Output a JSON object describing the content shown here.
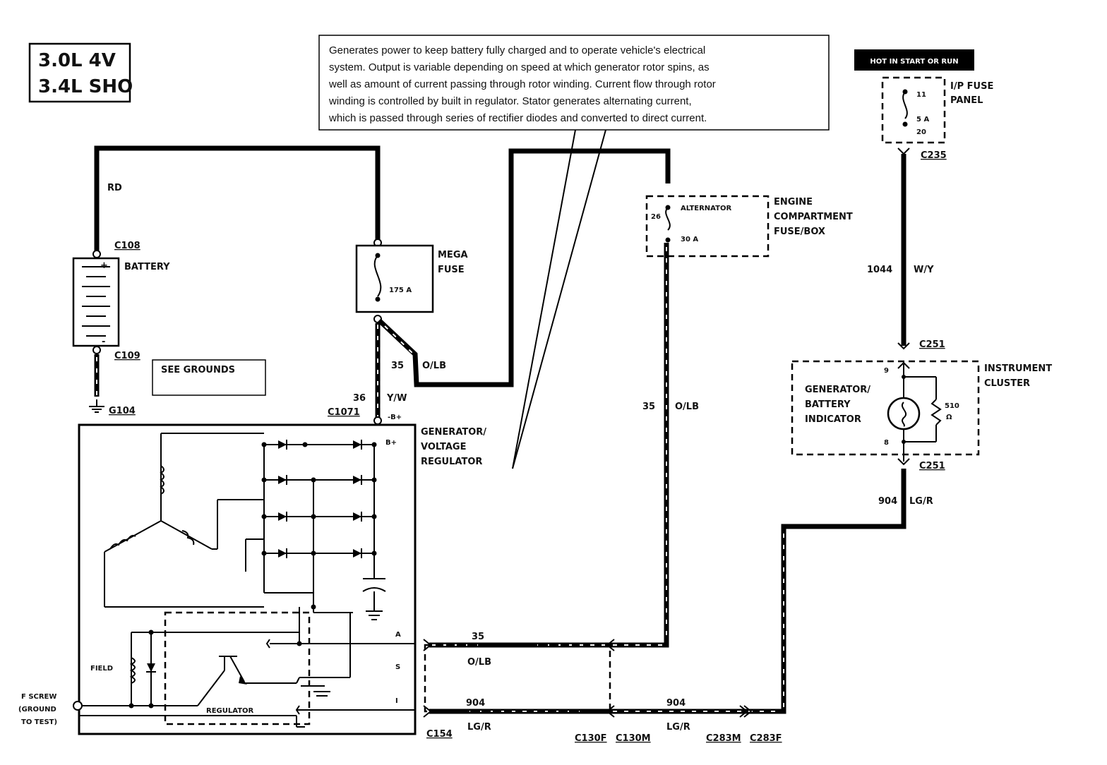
{
  "engine": {
    "line1": "3.0L 4V",
    "line2": "3.4L SHO"
  },
  "hot_label": "HOT IN START OR RUN",
  "description": [
    "Generates power to keep battery fully charged and to operate vehicle's electrical",
    "system. Output is variable depending on speed at which generator rotor spins, as",
    "well as amount of current passing through rotor winding. Current flow through rotor",
    "winding is controlled by built in regulator. Stator generates alternating current,",
    "which is passed through series of rectifier diodes and converted to direct current."
  ],
  "battery": {
    "label": "BATTERY",
    "top_connector": "C108",
    "bottom_connector": "C109",
    "ground": "G104",
    "plus": "+",
    "minus": "-"
  },
  "wire_rd": "RD",
  "see_grounds": "SEE GROUNDS",
  "mega_fuse": {
    "label_1": "MEGA",
    "label_2": "FUSE",
    "rating": "175 A"
  },
  "wires": {
    "w35": "35",
    "olb": "O/LB",
    "w36": "36",
    "yw": "Y/W",
    "bplus_note": "-B+",
    "w1044": "1044",
    "wy": "W/Y",
    "w904": "904",
    "lgr": "LG/R"
  },
  "fuse_box": {
    "label_1": "ENGINE",
    "label_2": "COMPARTMENT",
    "label_3": "FUSE/BOX",
    "fuse_name": "ALTERNATOR",
    "fuse_num": "26",
    "rating": "30 A"
  },
  "ip_fuse": {
    "label_1": "I/P FUSE",
    "label_2": "PANEL",
    "pin_top": "11",
    "rating": "5 A",
    "pin_bottom": "20",
    "connector": "C235"
  },
  "cluster": {
    "label_1": "INSTRUMENT",
    "label_2": "CLUSTER",
    "ind_1": "GENERATOR/",
    "ind_2": "BATTERY",
    "ind_3": "INDICATOR",
    "resistor_1": "510",
    "resistor_2": "Ω",
    "pin_top": "9",
    "pin_bottom": "8",
    "connector_top": "C251",
    "connector_bottom": "C251"
  },
  "generator": {
    "label_1": "GENERATOR/",
    "label_2": "VOLTAGE",
    "label_3": "REGULATOR",
    "bplus": "B+",
    "pin_a": "A",
    "pin_s": "S",
    "pin_i": "I",
    "field": "FIELD",
    "regulator": "REGULATOR",
    "connector": "C1071"
  },
  "ground_screw": {
    "line1": "F SCREW",
    "line2": "(GROUND",
    "line3": "TO TEST)"
  },
  "connectors": {
    "c154": "C154",
    "c130f": "C130F",
    "c130m": "C130M",
    "c283m": "C283M",
    "c283f": "C283F"
  }
}
